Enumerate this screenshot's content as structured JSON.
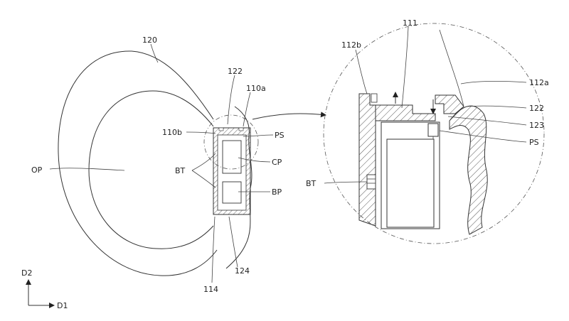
{
  "labels": {
    "ring": "120",
    "opening": "OP",
    "wall_top": "122",
    "wall_top_right": "110a",
    "wall_left": "110b",
    "sensor": "PS",
    "battery_terminal": "BT",
    "circuit": "CP",
    "battery": "BP",
    "bottom_right": "124",
    "bottom": "114",
    "axis_v": "D2",
    "axis_h": "D1",
    "detail_top": "111",
    "detail_top_left": "112b",
    "detail_right_top": "112a",
    "detail_122": "122",
    "detail_123": "123",
    "detail_ps": "PS",
    "detail_bt": "BT"
  }
}
